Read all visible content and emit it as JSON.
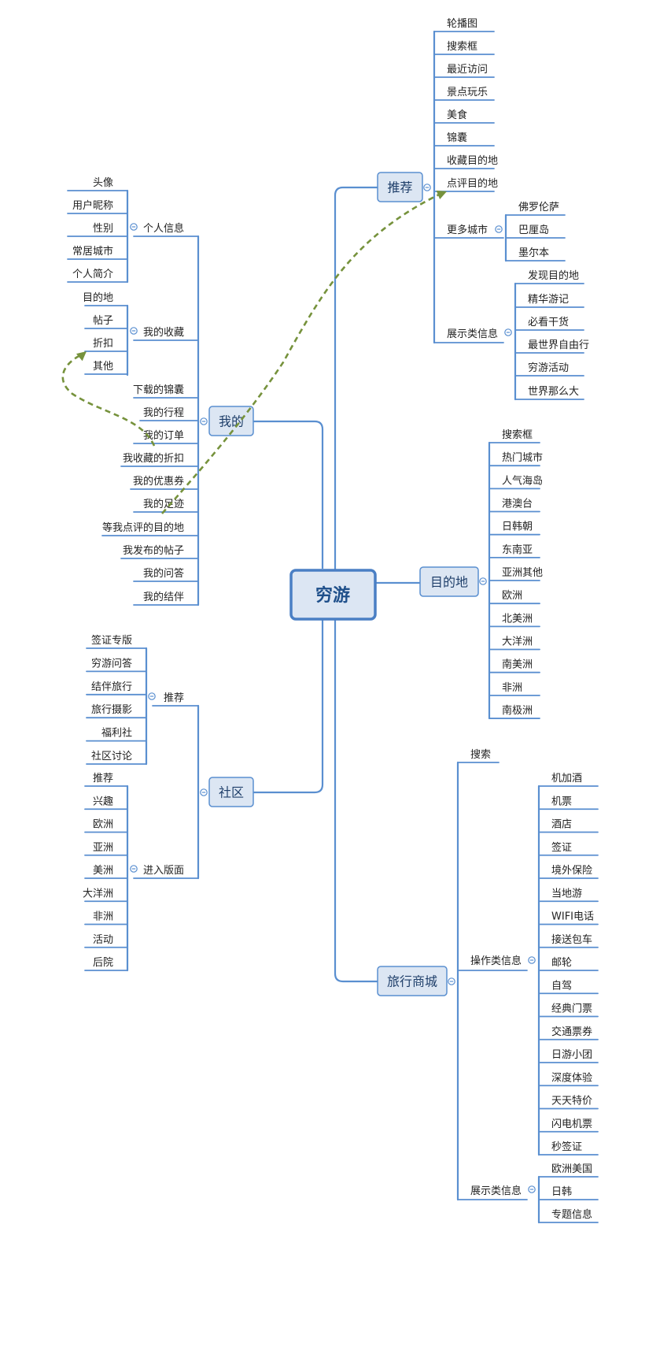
{
  "colors": {
    "line": "#5a8fd0",
    "box_fill": "#dce6f3",
    "box_stroke": "#5a8fd0",
    "center_stroke": "#4a7fc4",
    "arrow": "#76923c"
  },
  "center": {
    "label": "穷游"
  },
  "branches": {
    "tuijian": {
      "label": "推荐",
      "children": [
        {
          "label": "轮播图"
        },
        {
          "label": "搜索框"
        },
        {
          "label": "最近访问"
        },
        {
          "label": "景点玩乐"
        },
        {
          "label": "美食"
        },
        {
          "label": "锦囊"
        },
        {
          "label": "收藏目的地"
        },
        {
          "label": "点评目的地"
        },
        {
          "label": "更多城市",
          "children": [
            "佛罗伦萨",
            "巴厘岛",
            "墨尔本"
          ]
        },
        {
          "label": "展示类信息",
          "children": [
            "发现目的地",
            "精华游记",
            "必看干货",
            "最世界自由行",
            "穷游活动",
            "世界那么大"
          ]
        }
      ]
    },
    "mudidi": {
      "label": "目的地",
      "children": [
        "搜索框",
        "热门城市",
        "人气海岛",
        "港澳台",
        "日韩朝",
        "东南亚",
        "亚洲其他",
        "欧洲",
        "北美洲",
        "大洋洲",
        "南美洲",
        "非洲",
        "南极洲"
      ]
    },
    "shangcheng": {
      "label": "旅行商城",
      "children": [
        {
          "label": "搜索"
        },
        {
          "label": "操作类信息",
          "children": [
            "机加酒",
            "机票",
            "酒店",
            "签证",
            "境外保险",
            "当地游",
            "WIFI电话",
            "接送包车",
            "邮轮",
            "自驾",
            "经典门票",
            "交通票券",
            "日游小团",
            "深度体验",
            "天天特价",
            "闪电机票",
            "秒签证"
          ]
        },
        {
          "label": "展示类信息",
          "children": [
            "欧洲美国",
            "日韩",
            "专题信息"
          ]
        }
      ]
    },
    "wode": {
      "label": "我的",
      "children": [
        {
          "label": "个人信息",
          "children": [
            "头像",
            "用户昵称",
            "性别",
            "常居城市",
            "个人简介"
          ]
        },
        {
          "label": "我的收藏",
          "children": [
            "目的地",
            "帖子",
            "折扣",
            "其他"
          ]
        },
        {
          "label": "下载的锦囊"
        },
        {
          "label": "我的行程"
        },
        {
          "label": "我的订单"
        },
        {
          "label": "我收藏的折扣"
        },
        {
          "label": "我的优惠券"
        },
        {
          "label": "我的足迹"
        },
        {
          "label": "等我点评的目的地"
        },
        {
          "label": "我发布的帖子"
        },
        {
          "label": "我的问答"
        },
        {
          "label": "我的结伴"
        }
      ]
    },
    "shequ": {
      "label": "社区",
      "children": [
        {
          "label": "推荐",
          "children": [
            "签证专版",
            "穷游问答",
            "结伴旅行",
            "旅行摄影",
            "福利社",
            "社区讨论"
          ]
        },
        {
          "label": "进入版面",
          "children": [
            "推荐",
            "兴趣",
            "欧洲",
            "亚洲",
            "美洲",
            "大洋洲",
            "非洲",
            "活动",
            "后院"
          ]
        }
      ]
    }
  }
}
